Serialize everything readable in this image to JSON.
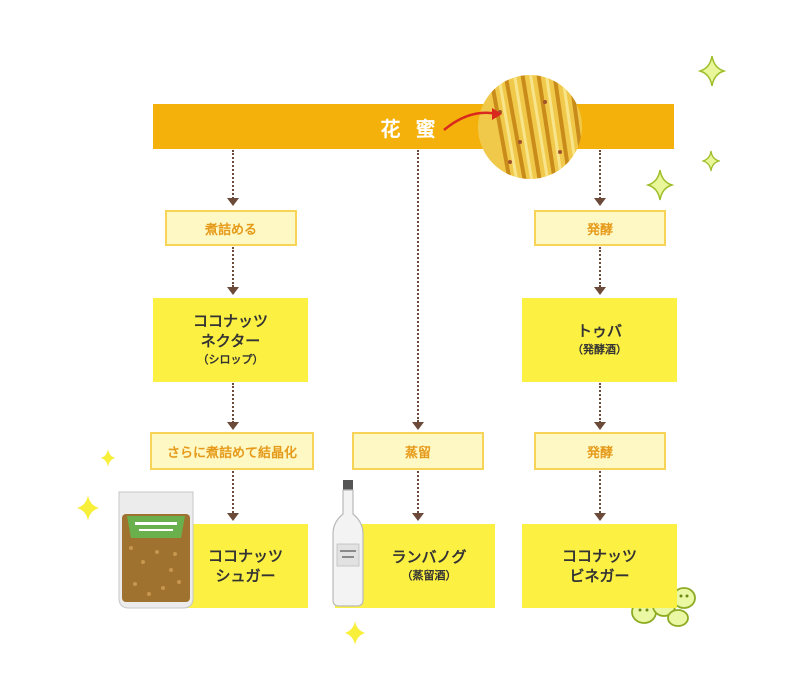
{
  "top": {
    "title": "花 蜜"
  },
  "left_column": {
    "process1": "煮詰める",
    "product1": {
      "line1": "ココナッツ",
      "line2": "ネクター",
      "sub": "（シロップ）"
    },
    "process2": "さらに煮詰めて結晶化",
    "product2": {
      "line1": "ココナッツ",
      "line2": "シュガー"
    }
  },
  "middle_column": {
    "process": "蒸留",
    "product": {
      "line1": "ランバノグ",
      "sub": "（蒸留酒）"
    }
  },
  "right_column": {
    "process1": "発酵",
    "product1": {
      "line1": "トゥバ",
      "sub": "（発酵酒）"
    },
    "process2": "発酵",
    "product2": {
      "line1": "ココナッツ",
      "line2": "ビネガー"
    }
  },
  "colors": {
    "banner": "#f4b10c",
    "node_fill": "#fcf042",
    "label_fill": "#fdf8c4",
    "label_text": "#e69a1a",
    "arrow": "#6b4a3a"
  }
}
